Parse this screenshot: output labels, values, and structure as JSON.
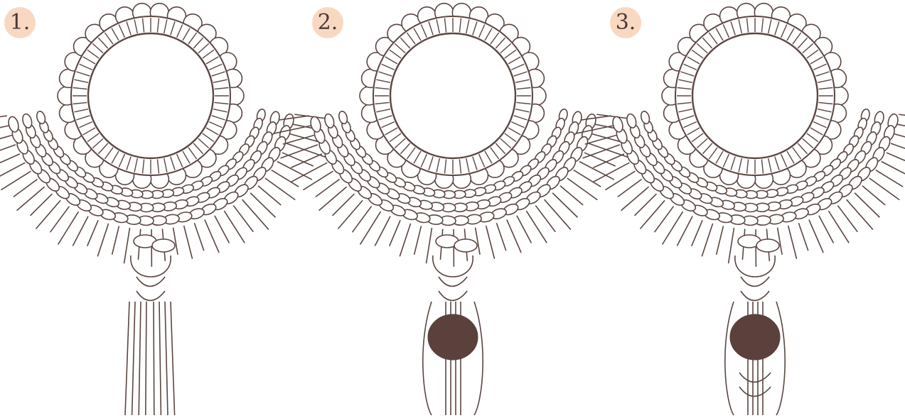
{
  "palette": {
    "stroke": "#5b4641",
    "bead": "#5b403b",
    "badge_bg": "#f9d8c2",
    "badge_text": "#4a3a35"
  },
  "steps": [
    {
      "label": "1.",
      "bead": false,
      "lower_knot": false
    },
    {
      "label": "2.",
      "bead": true,
      "lower_knot": false
    },
    {
      "label": "3.",
      "bead": true,
      "lower_knot": true
    }
  ]
}
